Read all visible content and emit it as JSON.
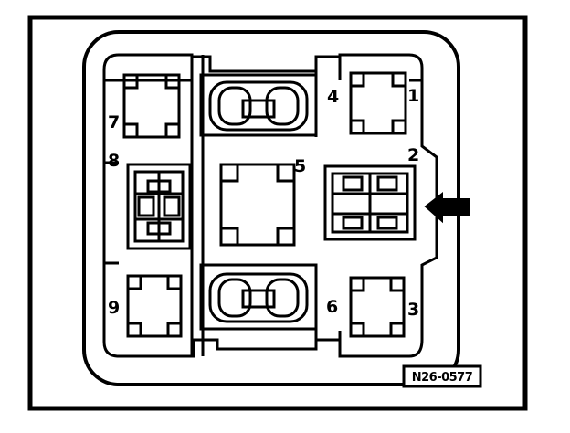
{
  "diagram": {
    "reference_code": "N26-0577",
    "positions": [
      {
        "number": "1",
        "socket": "relay-socket-small"
      },
      {
        "number": "2",
        "socket": "relay-socket-multipin"
      },
      {
        "number": "3",
        "socket": "relay-socket-small"
      },
      {
        "number": "4",
        "socket": "fuse-holder"
      },
      {
        "number": "5",
        "socket": "relay-socket-large"
      },
      {
        "number": "6",
        "socket": "fuse-holder"
      },
      {
        "number": "7",
        "socket": "relay-socket-small"
      },
      {
        "number": "8",
        "socket": "relay-socket-multipin"
      },
      {
        "number": "9",
        "socket": "relay-socket-small"
      }
    ],
    "indicator": "arrow-left-icon",
    "colors": {
      "line": "#000000",
      "background": "#ffffff"
    }
  }
}
